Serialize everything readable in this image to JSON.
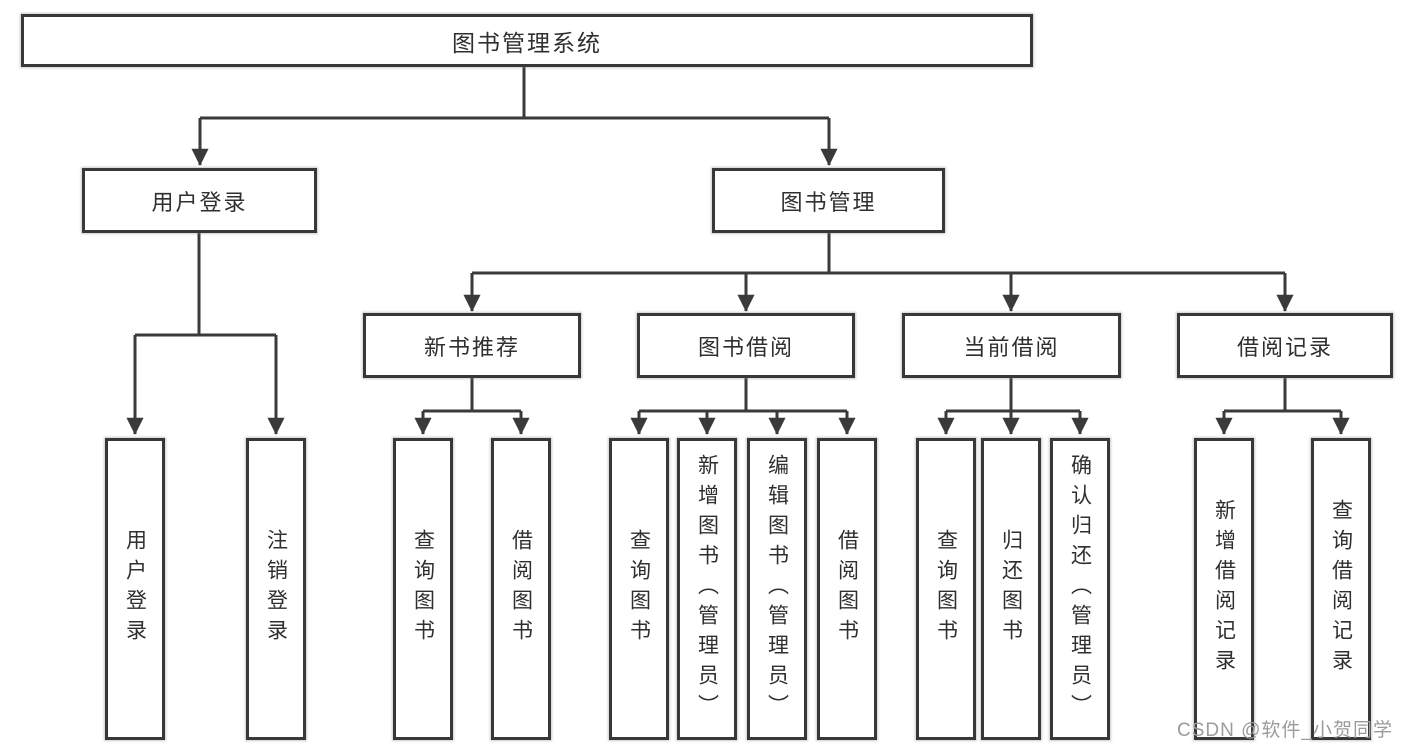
{
  "diagram": {
    "nodes": {
      "root": {
        "label": "图书管理系统"
      },
      "level2": [
        {
          "label": "用户登录"
        },
        {
          "label": "图书管理"
        }
      ],
      "level3": [
        {
          "label": "新书推荐"
        },
        {
          "label": "图书借阅"
        },
        {
          "label": "当前借阅"
        },
        {
          "label": "借阅记录"
        }
      ],
      "leaves": {
        "user_login": [
          {
            "label": "用户登录"
          },
          {
            "label": "注销登录"
          }
        ],
        "new_books": [
          {
            "label": "查询图书"
          },
          {
            "label": "借阅图书"
          }
        ],
        "book_borrow": [
          {
            "label": "查询图书"
          },
          {
            "label": "新增图书（管理员）"
          },
          {
            "label": "编辑图书（管理员）"
          },
          {
            "label": "借阅图书"
          }
        ],
        "current_borrow": [
          {
            "label": "查询图书"
          },
          {
            "label": "归还图书"
          },
          {
            "label": "确认归还（管理员）"
          }
        ],
        "borrow_records": [
          {
            "label": "新增借阅记录"
          },
          {
            "label": "查询借阅记录"
          }
        ]
      }
    },
    "colors": {
      "line": "#3a3a3a",
      "box_border": "#383838",
      "text": "#2f2f2f",
      "watermark": "#9b9b9b",
      "background": "#ffffff"
    }
  },
  "watermark": {
    "text": "CSDN @软件_小贺同学"
  }
}
